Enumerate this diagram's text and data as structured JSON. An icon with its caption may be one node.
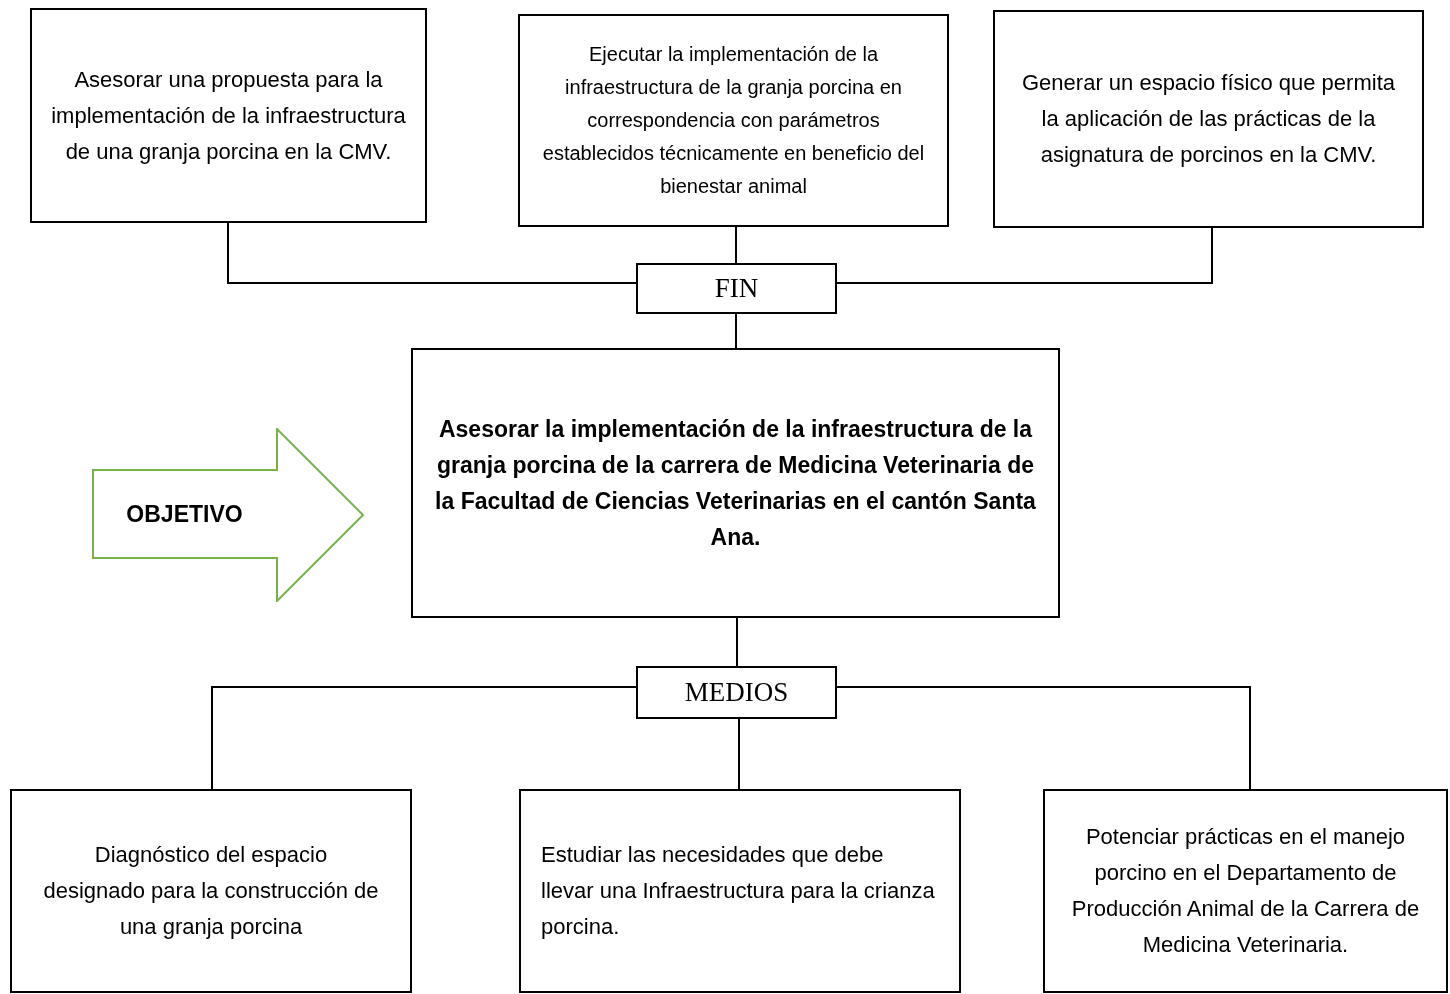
{
  "diagram": {
    "nodes": [
      {
        "text": [
          "Asesorar una propuesta para la implementación de la infraestructura de una granja porcina en la CMV."
        ]
      },
      {
        "text": [
          "Ejecutar la implementación de la infraestructura de la granja porcina en correspondencia con parámetros establecidos técnicamente en beneficio del bienestar animal"
        ]
      },
      {
        "text": [
          "Generar un espacio físico que permita la aplicación de las prácticas de la asignatura de porcinos en la CMV."
        ]
      },
      {
        "text": [
          "FIN"
        ]
      },
      {
        "text": [
          "OBJETIVO"
        ]
      },
      {
        "text": [
          "Asesorar la implementación de la infraestructura de la granja porcina de la carrera de Medicina Veterinaria de la Facultad de Ciencias Veterinarias en el cantón Santa Ana."
        ]
      },
      {
        "text": [
          "MEDIOS"
        ]
      },
      {
        "text": [
          "Diagnóstico del espacio designado para la construcción de una granja porcina"
        ]
      },
      {
        "text": [
          "Estudiar las necesidades que debe llevar una Infraestructura para la crianza porcina."
        ]
      },
      {
        "text": [
          "Potenciar prácticas en el manejo porcino en el Departamento de Producción Animal de la Carrera de Medicina Veterinaria."
        ]
      }
    ],
    "edges": [
      {
        "from": 0,
        "to": 3,
        "arrow": "none"
      },
      {
        "from": 1,
        "to": 3,
        "arrow": "none"
      },
      {
        "from": 2,
        "to": 3,
        "arrow": "none"
      },
      {
        "from": 3,
        "to": 5,
        "arrow": "none"
      },
      {
        "from": 5,
        "to": 6,
        "arrow": "none"
      },
      {
        "from": 6,
        "to": 7,
        "arrow": "none"
      },
      {
        "from": 6,
        "to": 8,
        "arrow": "none"
      },
      {
        "from": 6,
        "to": 9,
        "arrow": "none"
      }
    ]
  }
}
